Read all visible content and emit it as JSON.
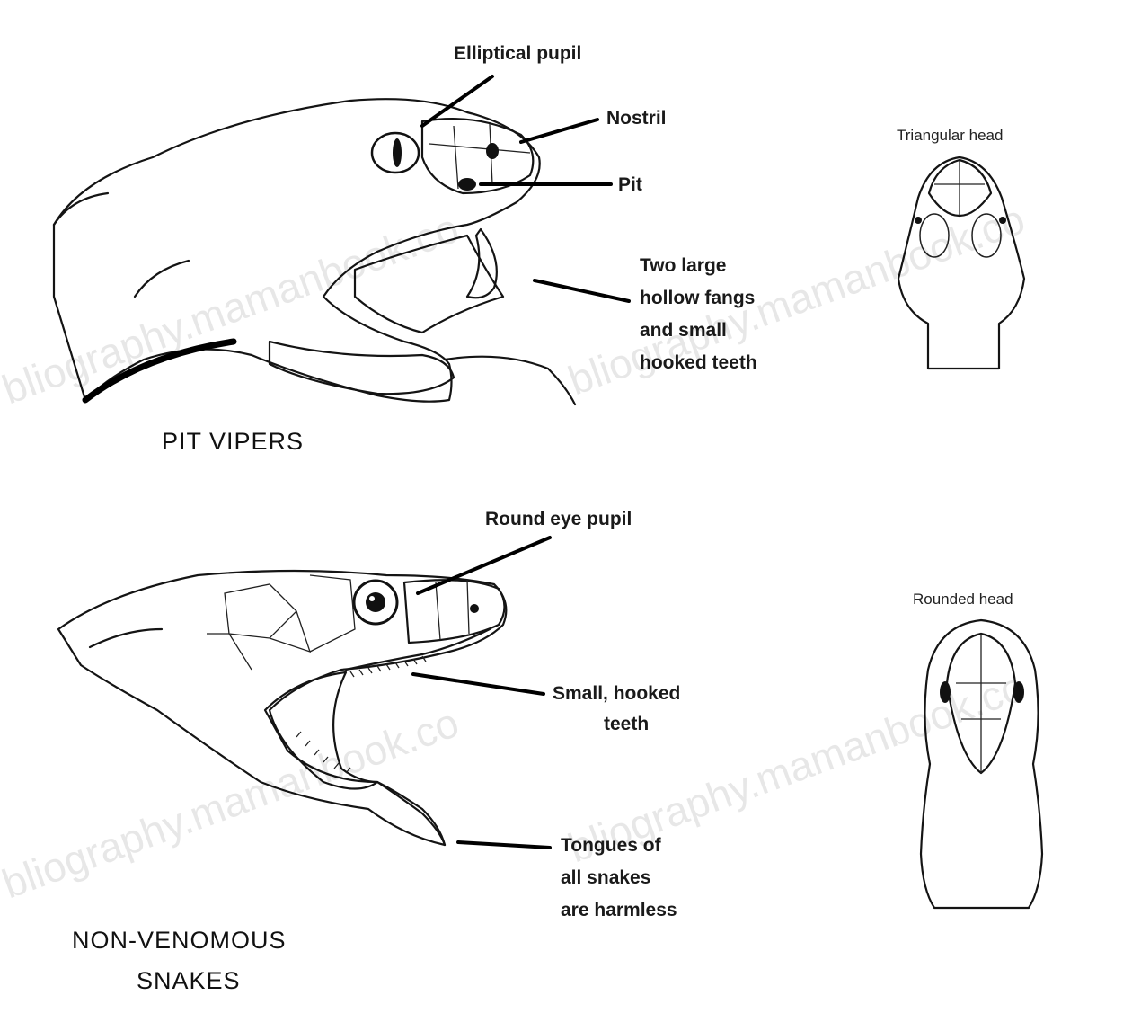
{
  "pit_vipers": {
    "title": "PIT VIPERS",
    "labels": {
      "elliptical_pupil": "Elliptical pupil",
      "nostril": "Nostril",
      "pit": "Pit",
      "fangs_line1": "Two large",
      "fangs_line2": "hollow fangs",
      "fangs_line3": "and small",
      "fangs_line4": "hooked teeth"
    },
    "top_view_caption": "Triangular head"
  },
  "non_venomous": {
    "title_line1": "NON-VENOMOUS",
    "title_line2": "SNAKES",
    "labels": {
      "round_pupil": "Round eye pupil",
      "teeth_line1": "Small, hooked",
      "teeth_line2": "teeth",
      "tongue_line1": "Tongues of",
      "tongue_line2": "all snakes",
      "tongue_line3": "are harmless"
    },
    "top_view_caption": "Rounded head"
  },
  "watermarks": [
    "bliography.mamanbook.co",
    "bliography.mamanbook.co",
    "bliography.mamanbook.co",
    "bliography.mamanbook.co"
  ]
}
